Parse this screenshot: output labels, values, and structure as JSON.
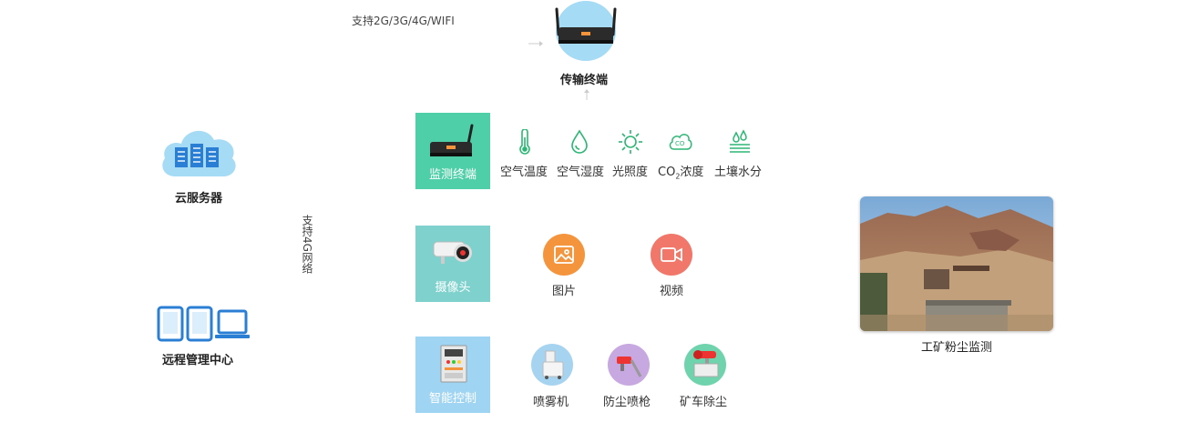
{
  "top": {
    "support_text": "支持2G/3G/4G/WIFI",
    "terminal_label": "传输终端"
  },
  "cloud": {
    "label": "云服务器"
  },
  "remote": {
    "label": "远程管理中心"
  },
  "network": {
    "text": "支持4G网络"
  },
  "monitor": {
    "tile_label": "监测终端",
    "tile_color": "#4fcfa7",
    "sensors": [
      {
        "label": "空气温度",
        "icon": "thermometer-icon"
      },
      {
        "label": "空气湿度",
        "icon": "droplet-icon"
      },
      {
        "label": "光照度",
        "icon": "sun-icon"
      },
      {
        "label": "CO",
        "sub": "2",
        "suffix": "浓度",
        "icon": "co2-cloud-icon"
      },
      {
        "label": "土壤水分",
        "icon": "soil-moisture-icon"
      }
    ]
  },
  "camera": {
    "tile_label": "摄像头",
    "tile_color": "#7ed1cc",
    "items": [
      {
        "label": "图片",
        "icon": "image-icon",
        "color": "#f4953e"
      },
      {
        "label": "视频",
        "icon": "video-icon",
        "color": "#f0776a"
      }
    ]
  },
  "control": {
    "tile_label": "智能控制",
    "tile_color": "#9fd4f2",
    "items": [
      {
        "label": "喷雾机",
        "icon": "sprayer-icon",
        "color": "#a6d4f0"
      },
      {
        "label": "防尘喷枪",
        "icon": "dust-spray-gun-icon",
        "color": "#c7a8e0"
      },
      {
        "label": "矿车除尘",
        "icon": "mine-car-dust-removal-icon",
        "color": "#6fd3ad"
      }
    ]
  },
  "photo": {
    "label": "工矿粉尘监测"
  },
  "colors": {
    "sensor_green": "#2bb673",
    "cloud_blue": "#a6dbf5",
    "device_blue": "#2a7fd4"
  }
}
